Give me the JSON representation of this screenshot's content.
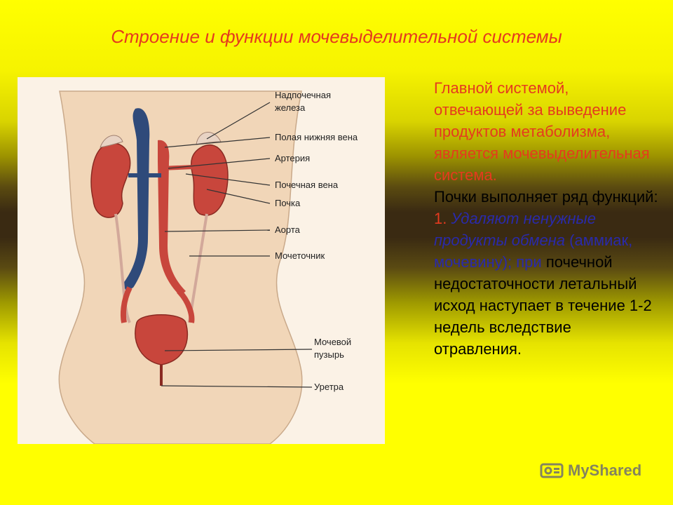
{
  "slide": {
    "title": "Строение и функции мочевыделительной системы",
    "text": {
      "intro": "Главной системой, отвечающей за выведение продуктов метаболизма, является мочевыделительная система.",
      "kidneys_line": "Почки выполняет ряд функций:",
      "item_number": "1.",
      "item_italic": "Удаляют ненужные продукты обмена",
      "item_paren": "(аммиак, мочевину); при",
      "item_rest": "почечной недостаточности летальный исход наступает в течение 1-2 недель вследствие отравления."
    },
    "figure_labels": {
      "adrenal_1": "Надпочечная",
      "adrenal_2": "железа",
      "ivc": "Полая нижняя вена",
      "artery": "Артерия",
      "renal_vein": "Почечная вена",
      "kidney": "Почка",
      "aorta": "Аорта",
      "ureter": "Мочеточник",
      "bladder_1": "Мочевой",
      "bladder_2": "пузырь",
      "urethra": "Уретра"
    },
    "watermark": "MyShared",
    "colors": {
      "title": "#e53a1e",
      "accent_blue": "#2a2aaa",
      "organ_red": "#c8463c",
      "vein_blue": "#2f4a7a"
    }
  }
}
